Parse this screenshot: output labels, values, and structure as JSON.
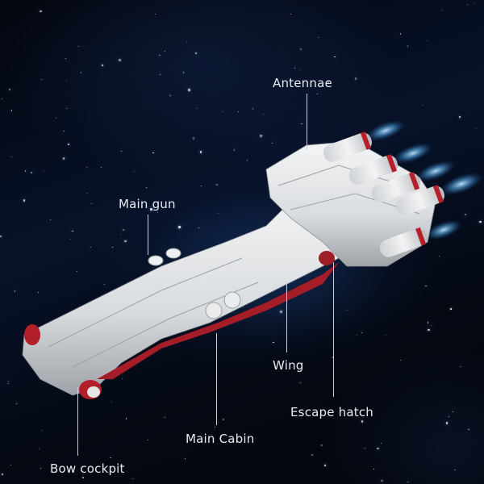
{
  "scene": {
    "subject": "white and red toy starship model in space",
    "background_color": "#020409",
    "hull_color": "#e6e8ea",
    "accent_color": "#b0202a",
    "engine_glow_color": "#6fc3ff"
  },
  "labels": [
    {
      "id": "antennae",
      "text": "Antennae"
    },
    {
      "id": "main-gun",
      "text": "Main gun"
    },
    {
      "id": "wing",
      "text": "Wing"
    },
    {
      "id": "escape-hatch",
      "text": "Escape hatch"
    },
    {
      "id": "main-cabin",
      "text": "Main Cabin"
    },
    {
      "id": "bow-cockpit",
      "text": "Bow cockpit"
    }
  ]
}
